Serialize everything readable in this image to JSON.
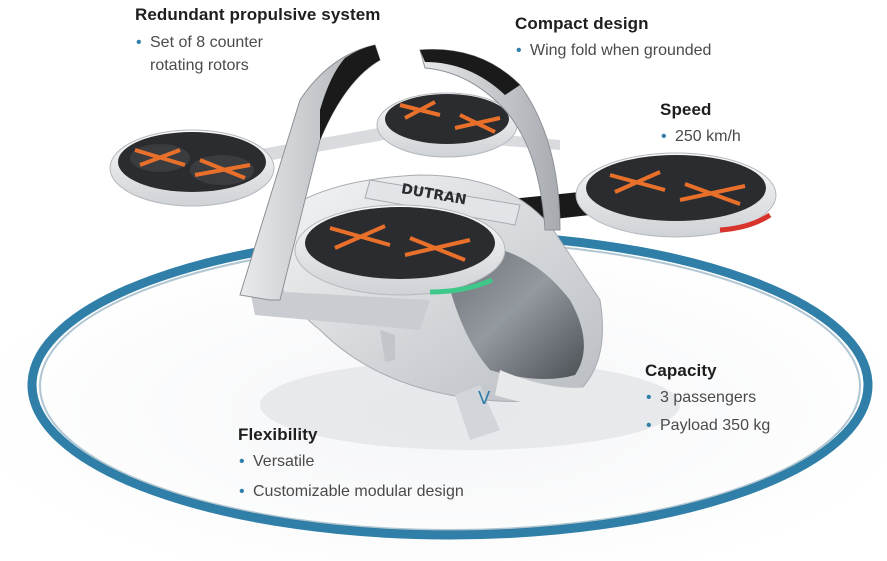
{
  "colors": {
    "ring": "#2f7fa8",
    "bullet": "#2f7fa8",
    "rotor_accent": "#e8702a",
    "nav_light_green": "#3ec98a",
    "nav_light_red": "#d9342b",
    "body_white": "#f2f2f2",
    "frame_black": "#1a1a1a"
  },
  "vehicle": {
    "brand_text": "DUTRAN"
  },
  "callouts": {
    "propulsion": {
      "title": "Redundant propulsive system",
      "items": [
        "Set of 8 counter",
        "rotating rotors"
      ]
    },
    "compact": {
      "title": "Compact design",
      "items": [
        "Wing fold when grounded"
      ]
    },
    "speed": {
      "title": "Speed",
      "items": [
        "250 km/h"
      ]
    },
    "capacity": {
      "title": "Capacity",
      "items": [
        "3 passengers",
        "Payload 350 kg"
      ]
    },
    "flexibility": {
      "title": "Flexibility",
      "items": [
        "Versatile",
        "Customizable modular design"
      ]
    }
  }
}
